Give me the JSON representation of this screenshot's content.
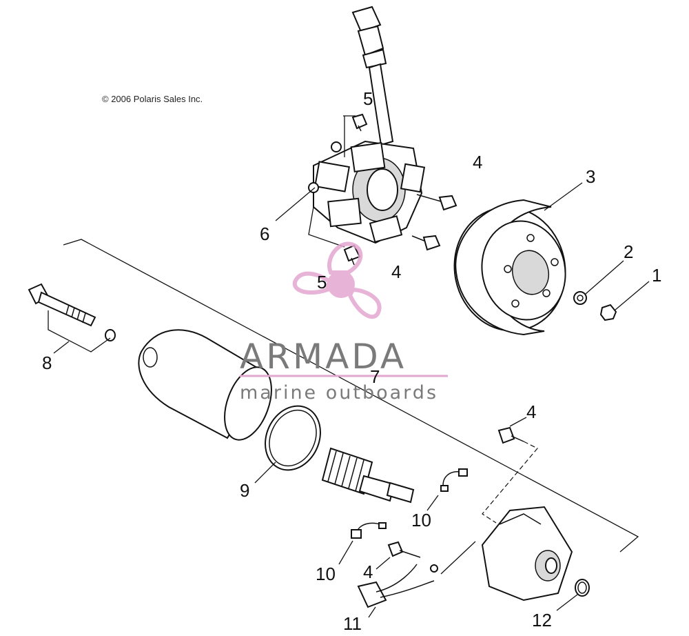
{
  "copyright": "© 2006 Polaris Sales Inc.",
  "watermark": {
    "title": "ARMADA",
    "subtitle": "marine outboards",
    "accent_color": "#e3a6cf",
    "text_color": "#7a7a7a"
  },
  "callouts": [
    "1",
    "2",
    "3",
    "4",
    "4",
    "4",
    "4",
    "5",
    "5",
    "6",
    "7",
    "8",
    "9",
    "10",
    "10",
    "11",
    "12"
  ]
}
